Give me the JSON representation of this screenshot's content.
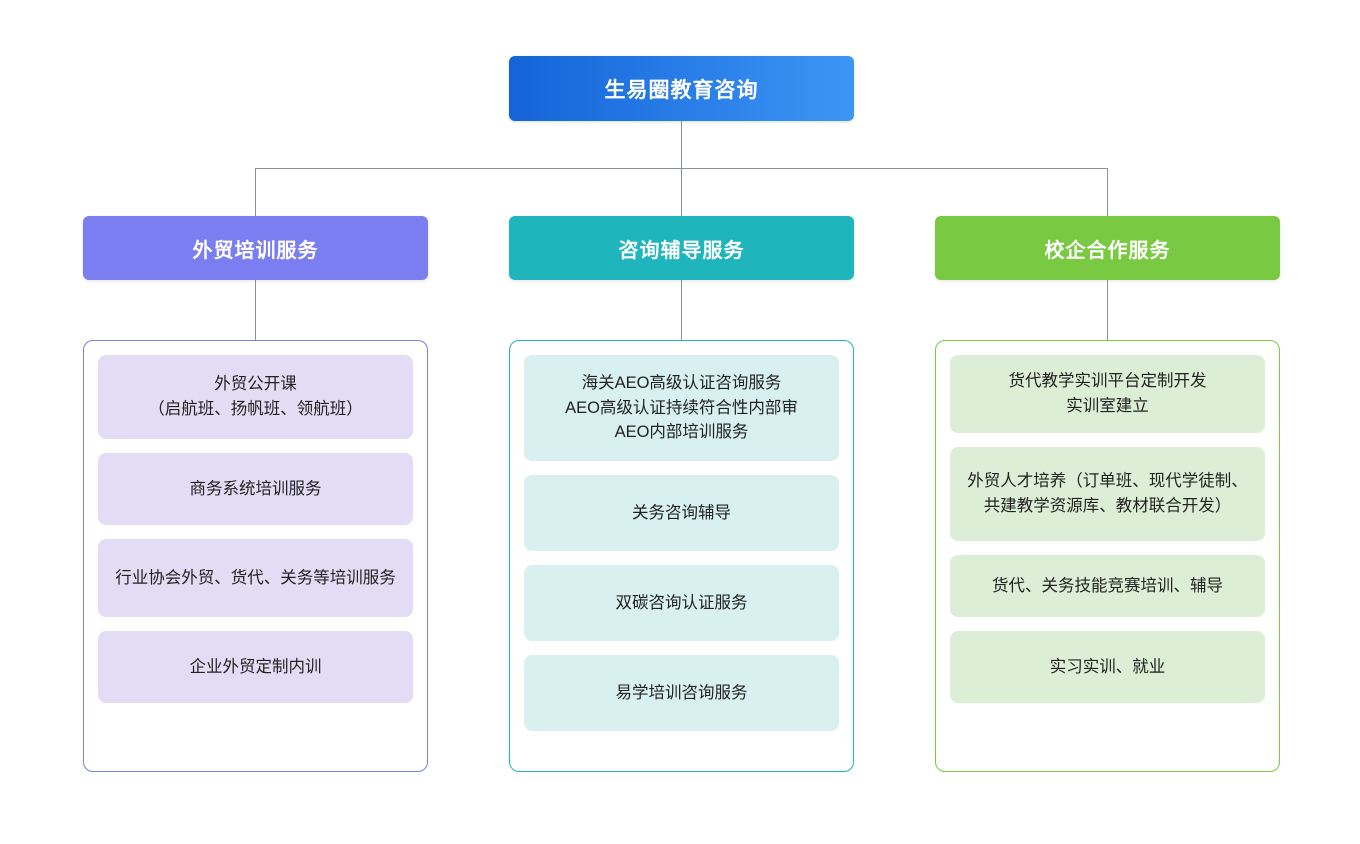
{
  "diagram": {
    "type": "organization-tree",
    "orientation": "top-down",
    "root": {
      "label": "生易圈教育咨询",
      "color": "#1464d8",
      "color_end": "#3d96f5"
    },
    "connector_color": "#8a939c",
    "branches": [
      {
        "label": "外贸培训服务",
        "color": "#7b7ef0",
        "card_color": "#e2ddf5",
        "items": [
          "外贸公开课\n（启航班、扬帆班、领航班）",
          "商务系统培训服务",
          "行业协会外贸、货代、关务等培训服务",
          "企业外贸定制内训"
        ]
      },
      {
        "label": "咨询辅导服务",
        "color": "#1fb5bd",
        "card_color": "#d9f0f0",
        "items": [
          "海关AEO高级认证咨询服务\nAEO高级认证持续符合性内部审\nAEO内部培训服务",
          "关务咨询辅导",
          "双碳咨询认证服务",
          "易学培训咨询服务"
        ]
      },
      {
        "label": "校企合作服务",
        "color": "#7ac943",
        "card_color": "#ddeed6",
        "items": [
          "货代教学实训平台定制开发\n实训室建立",
          "外贸人才培养（订单班、现代学徒制、共建教学资源库、教材联合开发）",
          "货代、关务技能竞赛培训、辅导",
          "实习实训、就业"
        ]
      }
    ]
  }
}
